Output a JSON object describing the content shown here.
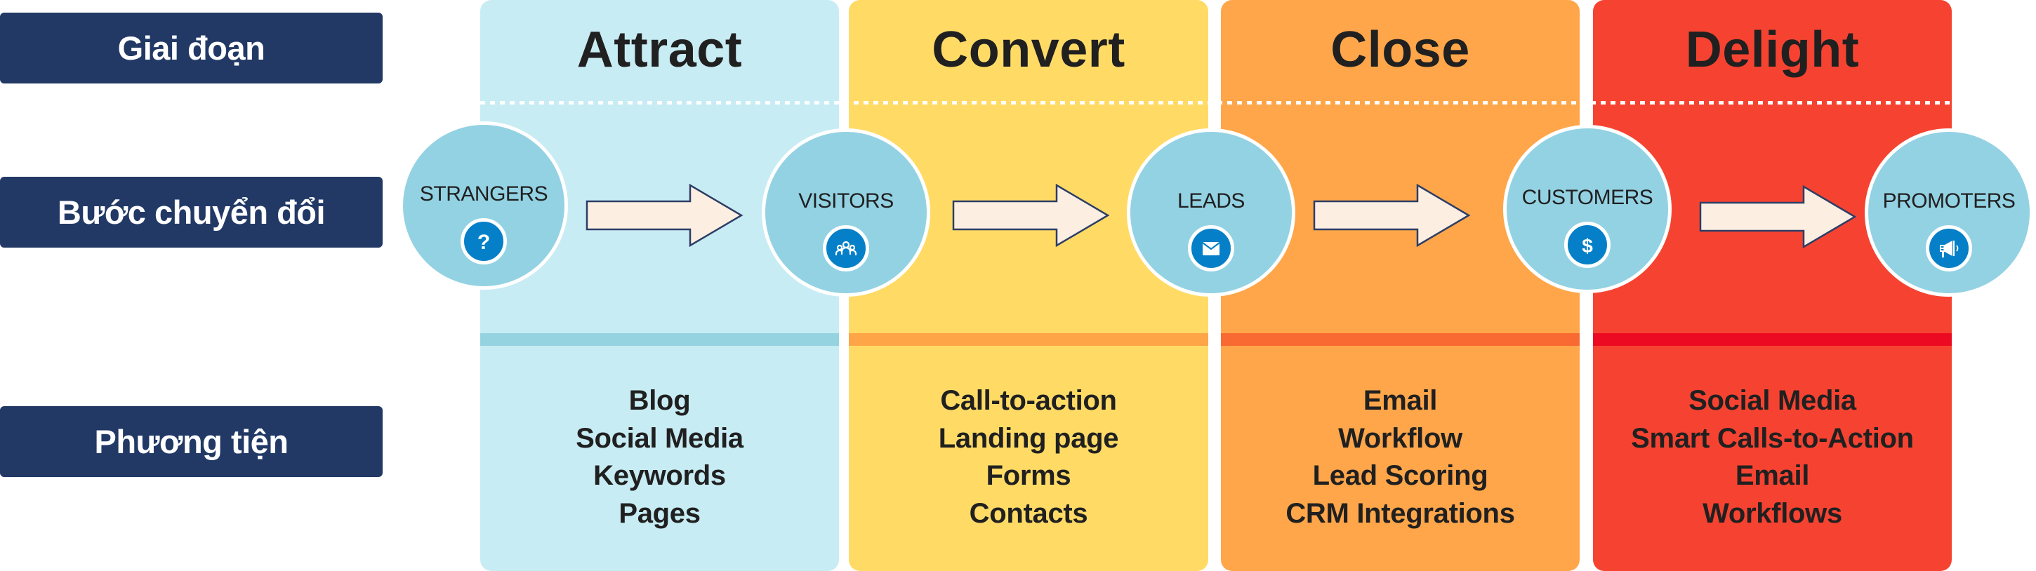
{
  "row_labels": {
    "stage": "Giai đoạn",
    "conversion_step": "Bước chuyển đổi",
    "media": "Phương tiện"
  },
  "stages": [
    {
      "title": "Attract",
      "color": "#C8ECF4",
      "bar_color": "#95D3E1",
      "tools": [
        "Blog",
        "Social Media",
        "Keywords",
        "Pages"
      ]
    },
    {
      "title": "Convert",
      "color": "#FFDB66",
      "bar_color": "#FEA548",
      "tools": [
        "Call-to-action",
        "Landing page",
        "Forms",
        "Contacts"
      ]
    },
    {
      "title": "Close",
      "color": "#FFA64A",
      "bar_color": "#F96A33",
      "tools": [
        "Email",
        "Workflow",
        "Lead Scoring",
        "CRM Integrations"
      ]
    },
    {
      "title": "Delight",
      "color": "#F64331",
      "bar_color": "#EC0A22",
      "tools": [
        "Social Media",
        "Smart Calls-to-Action",
        "Email",
        "Workflows"
      ]
    }
  ],
  "steps": [
    {
      "label": "STRANGERS",
      "icon": "question-icon"
    },
    {
      "label": "VISITORS",
      "icon": "people-icon"
    },
    {
      "label": "LEADS",
      "icon": "envelope-icon"
    },
    {
      "label": "CUSTOMERS",
      "icon": "dollar-icon"
    },
    {
      "label": "PROMOTERS",
      "icon": "megaphone-icon"
    }
  ],
  "colors": {
    "label_box": "#223966",
    "step_circle": "#93D2E3",
    "step_icon": "#0580C8",
    "arrow_fill": "#FDEEE2",
    "arrow_stroke": "#2C3E66"
  }
}
